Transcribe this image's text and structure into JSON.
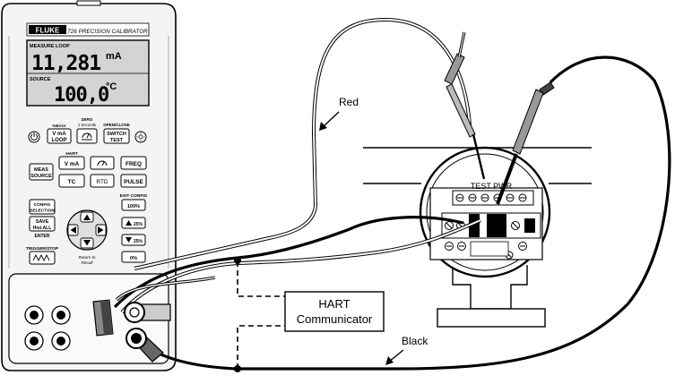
{
  "calibrator": {
    "brand": "FLUKE",
    "model_title": "726 PRECISION CALIBRATOR",
    "display": {
      "measure_label": "MEASURE LOOP",
      "measure_value": "11,281",
      "measure_unit": "mA",
      "source_label": "SOURCE",
      "source_value": "100,0",
      "source_unit": "°C"
    },
    "keys": {
      "vma_loop_top": "%Error",
      "vma_loop": "V mA",
      "vma_loop_sub": "LOOP",
      "zero_top": "ZERO",
      "zero_top2": "1 Seconds",
      "switch_top": "OPEN/CLOSE",
      "switch_line1": "SWITCH",
      "switch_line2": "TEST",
      "hart": "HART",
      "vma": "V mA",
      "freq": "FREQ",
      "meas_source_1": "MEAS",
      "meas_source_2": "SOURCE",
      "tc": "TC",
      "rtd": "RTD",
      "pulse": "PULSE",
      "exit_config": "EXIT CONFIG",
      "pct100": "100%",
      "config_1": "CONFIG",
      "config_2": "SELECTION",
      "save_1": "SAVE",
      "save_2": "Hist.ALL",
      "enter": "ENTER",
      "up25": "25%",
      "down25": "25%",
      "pct0": "0%",
      "trigger_stop": "TRIGGER/STOP",
      "return_1": "Return to",
      "return_2": "Recall"
    }
  },
  "transmitter": {
    "label": "TEST PWR"
  },
  "labels": {
    "red": "Red",
    "black": "Black",
    "hart_1": "HART",
    "hart_2": "Communicator"
  }
}
